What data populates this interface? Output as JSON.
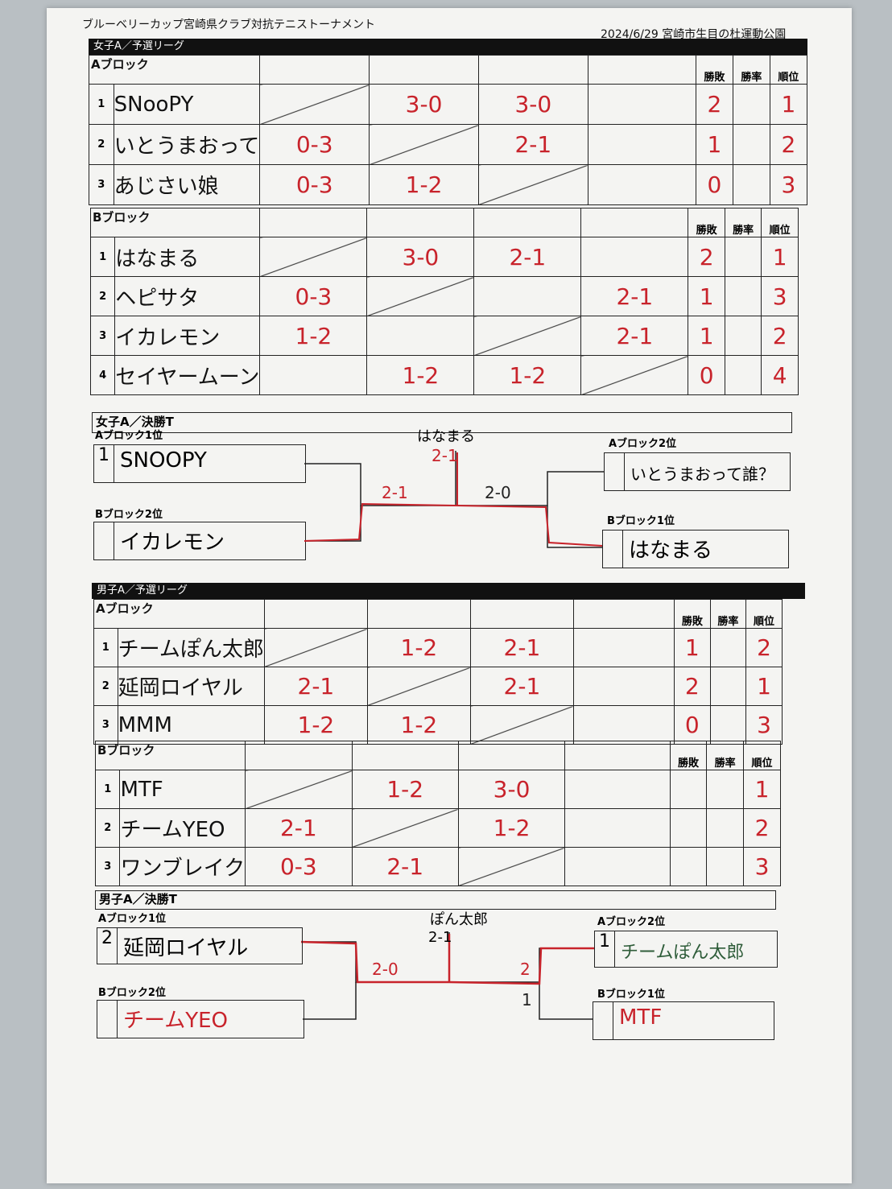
{
  "header": {
    "left": "ブルーベリーカップ宮崎県クラブ対抗テニストーナメント",
    "right": "2024/6/29 宮崎市生目の杜運動公園"
  },
  "col_headers": {
    "wl": "勝敗",
    "rate": "勝率",
    "rank": "順位"
  },
  "women": {
    "league_title": "女子A／予選リーグ",
    "final_title": "女子A／決勝T",
    "blockA": {
      "label": "Aブロック",
      "teams": [
        {
          "no": "1",
          "name": "SNooPY",
          "scores": [
            "",
            "3-0",
            "3-0",
            ""
          ],
          "wl": "2",
          "rate": "",
          "rank": "1"
        },
        {
          "no": "2",
          "name": "いとうまおって",
          "scores": [
            "0-3",
            "",
            "2-1",
            ""
          ],
          "wl": "1",
          "rate": "",
          "rank": "2"
        },
        {
          "no": "3",
          "name": "あじさい娘",
          "scores": [
            "0-3",
            "1-2",
            "",
            ""
          ],
          "wl": "0",
          "rate": "",
          "rank": "3"
        }
      ]
    },
    "blockB": {
      "label": "Bブロック",
      "teams": [
        {
          "no": "1",
          "name": "はなまる",
          "scores": [
            "",
            "3-0",
            "2-1",
            ""
          ],
          "wl": "2",
          "rate": "",
          "rank": "1"
        },
        {
          "no": "2",
          "name": "ヘピサタ",
          "scores": [
            "0-3",
            "",
            "",
            "2-1"
          ],
          "wl": "1",
          "rate": "",
          "rank": "3"
        },
        {
          "no": "3",
          "name": "イカレモン",
          "scores": [
            "1-2",
            "",
            "",
            "2-1"
          ],
          "wl": "1",
          "rate": "",
          "rank": "2"
        },
        {
          "no": "4",
          "name": "セイヤームーン",
          "scores": [
            "",
            "1-2",
            "1-2",
            ""
          ],
          "wl": "0",
          "rate": "",
          "rank": "4"
        }
      ]
    },
    "final": {
      "a1_label": "Aブロック1位",
      "a1_no": "1",
      "a1_name": "SNOOPY",
      "b2_label": "Bブロック2位",
      "b2_no": "",
      "b2_name": "イカレモン",
      "a2_label": "Aブロック2位",
      "a2_no": "",
      "a2_name": "いとうまおって誰？",
      "b1_label": "Bブロック1位",
      "b1_no": "",
      "b1_name": "はなまる",
      "winner": "はなまる",
      "final_score": "2-1",
      "left_score": "2-1",
      "right_score": "2-0"
    }
  },
  "men": {
    "league_title": "男子A／予選リーグ",
    "final_title": "男子A／決勝T",
    "blockA": {
      "label": "Aブロック",
      "teams": [
        {
          "no": "1",
          "name": "チームぽん太郎",
          "scores": [
            "",
            "1-2",
            "2-1",
            ""
          ],
          "wl": "1",
          "rate": "",
          "rank": "2"
        },
        {
          "no": "2",
          "name": "延岡ロイヤル",
          "scores": [
            "2-1",
            "",
            "2-1",
            ""
          ],
          "wl": "2",
          "rate": "",
          "rank": "1"
        },
        {
          "no": "3",
          "name": "MMM",
          "scores": [
            "1-2",
            "1-2",
            "",
            ""
          ],
          "wl": "0",
          "rate": "",
          "rank": "3"
        }
      ]
    },
    "blockB": {
      "label": "Bブロック",
      "teams": [
        {
          "no": "1",
          "name": "MTF",
          "scores": [
            "",
            "1-2",
            "3-0",
            ""
          ],
          "wl": "",
          "rate": "",
          "rank": "1"
        },
        {
          "no": "2",
          "name": "チームYEO",
          "scores": [
            "2-1",
            "",
            "1-2",
            ""
          ],
          "wl": "",
          "rate": "",
          "rank": "2"
        },
        {
          "no": "3",
          "name": "ワンブレイク",
          "scores": [
            "0-3",
            "2-1",
            "",
            ""
          ],
          "wl": "",
          "rate": "",
          "rank": "3"
        }
      ]
    },
    "final": {
      "a1_label": "Aブロック1位",
      "a1_no": "2",
      "a1_name": "延岡ロイヤル",
      "b2_label": "Bブロック2位",
      "b2_no": "",
      "b2_name": "チームYEO",
      "a2_label": "Aブロック2位",
      "a2_no": "1",
      "a2_name": "チームぽん太郎",
      "b1_label": "Bブロック1位",
      "b1_no": "",
      "b1_name": "MTF",
      "winner": "ぽん太郎",
      "final_score": "2-1",
      "left_score": "2-0",
      "right_score": "2",
      "right_score2": "1"
    }
  }
}
